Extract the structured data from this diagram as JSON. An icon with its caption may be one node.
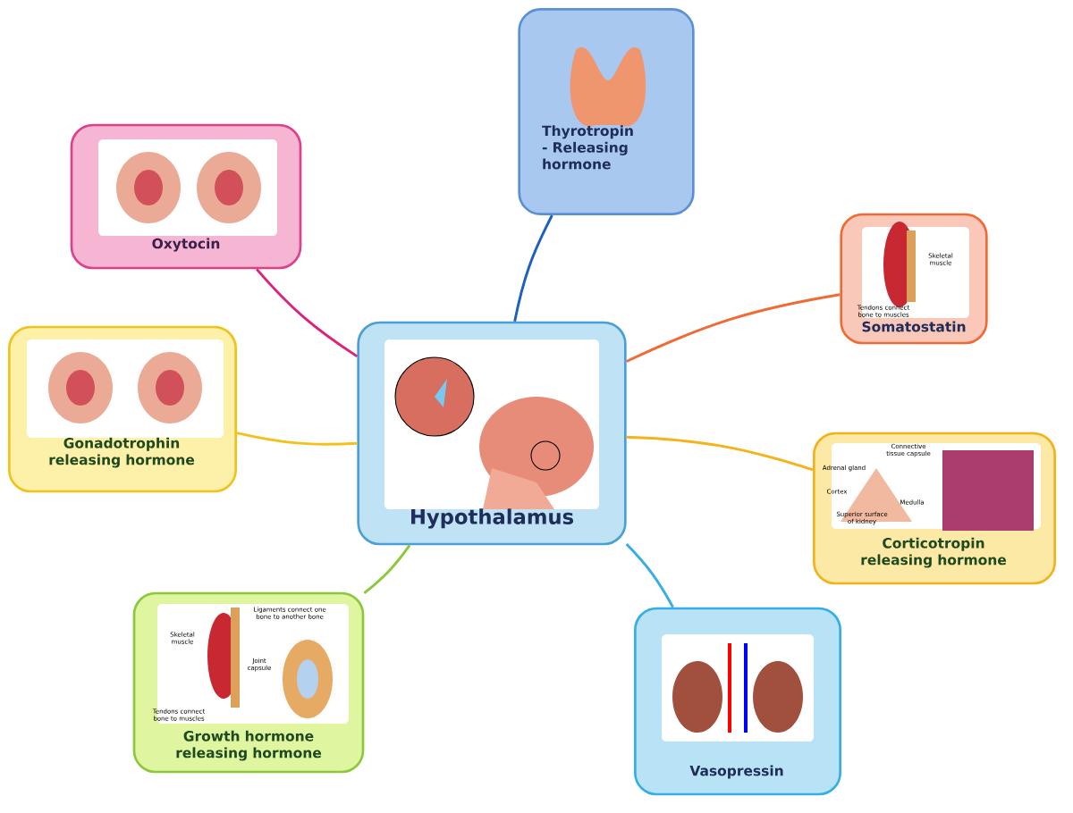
{
  "diagram": {
    "nodes": [
      {
        "text": [
          "Hypothalamus"
        ]
      },
      {
        "text": [
          "Thyrotropin - Releasing hormone"
        ]
      },
      {
        "text": [
          "Oxytocin"
        ]
      },
      {
        "text": [
          "Somatostatin"
        ]
      },
      {
        "text": [
          "Gonadotrophin releasing hormone"
        ]
      },
      {
        "text": [
          "Corticotropin releasing hormone"
        ]
      },
      {
        "text": [
          "Growth hormone releasing hormone"
        ]
      },
      {
        "text": [
          "Vasopressin"
        ]
      }
    ],
    "edges": [
      {
        "from": 0,
        "to": 1,
        "arrow": "none",
        "color": "#1f5fbf"
      },
      {
        "from": 0,
        "to": 2,
        "arrow": "none",
        "color": "#e0217a"
      },
      {
        "from": 0,
        "to": 3,
        "arrow": "none",
        "color": "#f06a35"
      },
      {
        "from": 0,
        "to": 4,
        "arrow": "none",
        "color": "#f2c21a"
      },
      {
        "from": 0,
        "to": 5,
        "arrow": "none",
        "color": "#f5b21a"
      },
      {
        "from": 0,
        "to": 6,
        "arrow": "none",
        "color": "#8cc83c"
      },
      {
        "from": 0,
        "to": 7,
        "arrow": "none",
        "color": "#35aee6"
      }
    ],
    "labels": [
      "Skeletal muscle",
      "Tendons connect bone to muscles",
      "Connective tissue capsule",
      "Adrenal gland",
      "Cortex",
      "Medulla",
      "Superior surface of kidney",
      "Ligaments connect one bone to another bone",
      "Skeletal muscle",
      "Joint capsule",
      "Tendons connect bone to muscles"
    ]
  }
}
